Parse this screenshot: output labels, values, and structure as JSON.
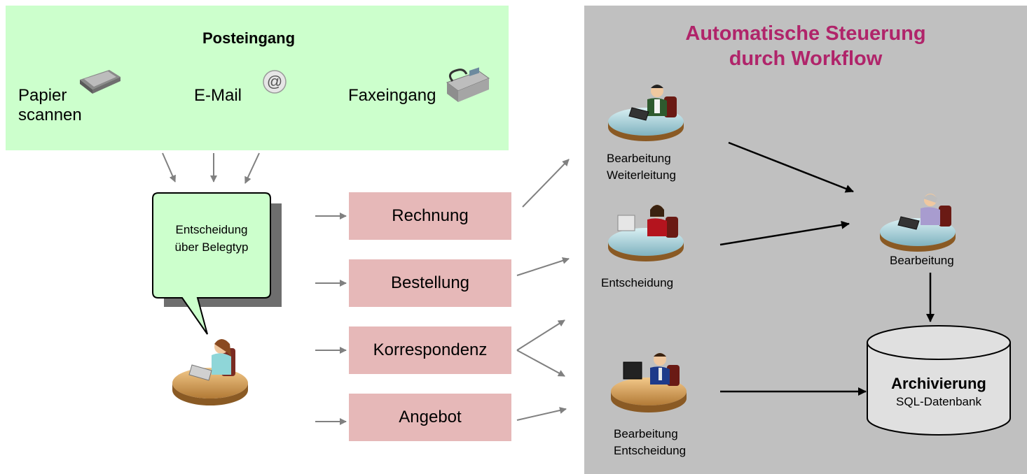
{
  "posteingang": {
    "title": "Posteingang",
    "papier_line1": "Papier",
    "papier_line2": "scannen",
    "email": "E-Mail",
    "fax": "Faxeingang"
  },
  "decision_bubble": {
    "line1": "Entscheidung",
    "line2": "über Belegtyp"
  },
  "doc_types": [
    "Rechnung",
    "Bestellung",
    "Korrespondenz",
    "Angebot"
  ],
  "workflow": {
    "title_line1": "Automatische Steuerung",
    "title_line2": "durch Workflow",
    "worker1_line1": "Bearbeitung",
    "worker1_line2": "Weiterleitung",
    "worker2": "Entscheidung",
    "worker3_line1": "Bearbeitung",
    "worker3_line2": "Entscheidung",
    "worker4": "Bearbeitung"
  },
  "archive": {
    "title": "Archivierung",
    "subtitle": "SQL-Datenbank"
  },
  "colors": {
    "posteingang_bg": "#ccffcc",
    "workflow_bg": "#c0c0c0",
    "doc_type_bg": "#e6b8b8",
    "workflow_title": "#b0246a",
    "bubble_bg": "#ccffcc"
  },
  "icons": [
    "scanner-icon",
    "at-sign-icon",
    "fax-icon",
    "office-worker-icon"
  ]
}
